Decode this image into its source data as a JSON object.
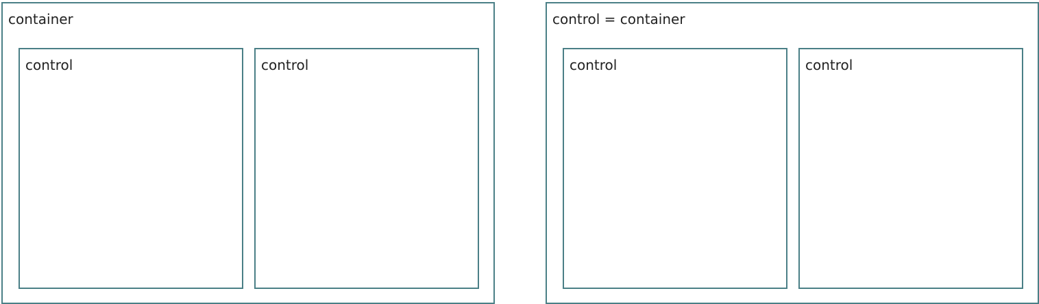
{
  "panels": [
    {
      "label": "container",
      "children": [
        {
          "label": "control"
        },
        {
          "label": "control"
        }
      ]
    },
    {
      "label": "control = container",
      "children": [
        {
          "label": "control"
        },
        {
          "label": "control"
        }
      ]
    }
  ],
  "colors": {
    "border": "#4a7f86",
    "text": "#222222",
    "background": "#ffffff"
  }
}
